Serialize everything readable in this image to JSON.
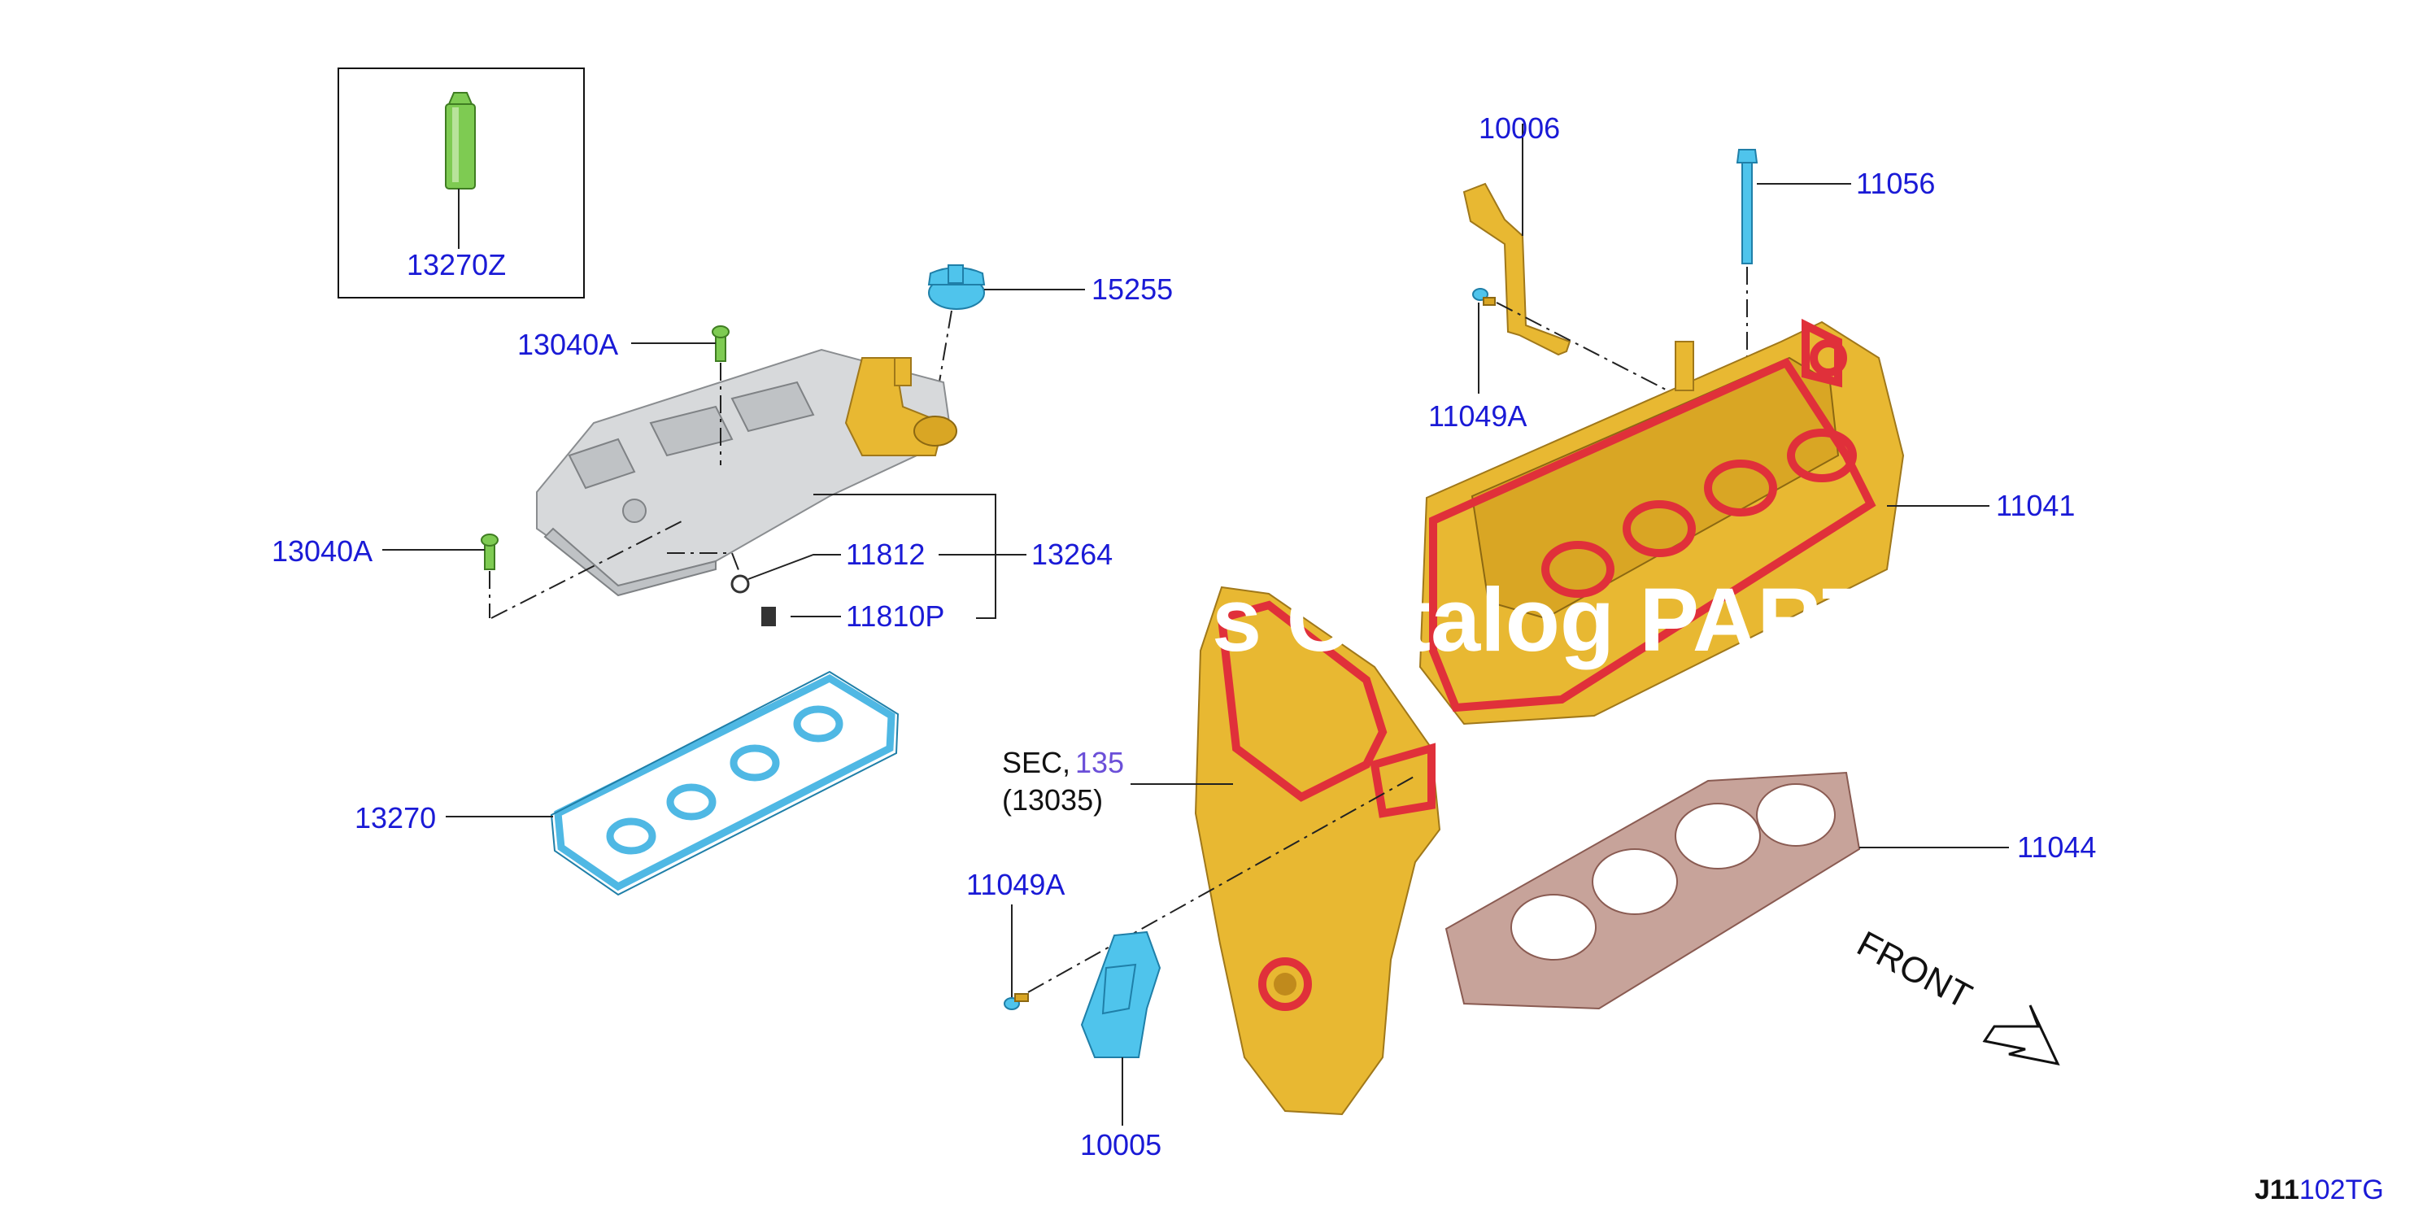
{
  "labels": {
    "p13270Z": "13270Z",
    "p15255": "15255",
    "p13040A_top": "13040A",
    "p13040A_left": "13040A",
    "p11812": "11812",
    "p13264": "13264",
    "p11810": "11810P",
    "p13270": "13270",
    "p10006": "10006",
    "p11056": "11056",
    "p11049A_top": "11049A",
    "p11041": "11041",
    "p11044": "11044",
    "p11049A_bottom": "11049A",
    "p10005": "10005",
    "sec_prefix": "SEC,",
    "sec_number": "135",
    "sec_sub": "(13035)"
  },
  "front_label": "FRONT",
  "watermark": "s Catalog PARTS",
  "footer": {
    "bold": "J11",
    "rest": "102TG"
  }
}
